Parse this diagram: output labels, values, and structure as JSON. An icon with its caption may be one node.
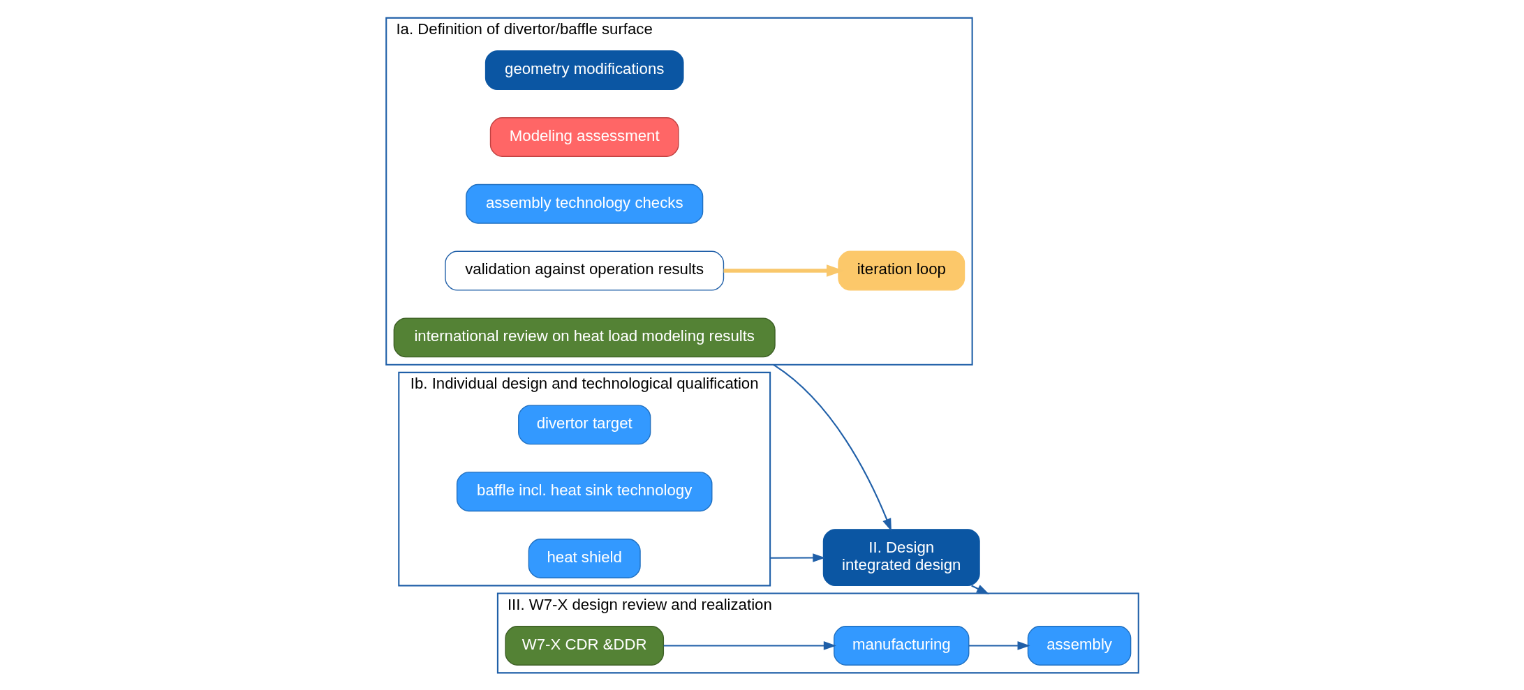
{
  "diagram": {
    "nodes": [
      {
        "text": [
          "Ia. Definition of divertor/baffle surface"
        ]
      },
      {
        "text": [
          "iteration loop"
        ],
        "in": 0
      },
      {
        "text": [
          "geometry modifications"
        ],
        "in": 0
      },
      {
        "text": [
          "Modeling assessment"
        ],
        "in": 0
      },
      {
        "text": [
          "assembly technology checks"
        ],
        "in": 0
      },
      {
        "text": [
          "validation against operation results"
        ],
        "in": 0
      },
      {
        "text": [
          "international review on heat load modeling results"
        ],
        "in": 0
      },
      {
        "text": [
          "Ib. Individual design and technological qualification"
        ]
      },
      {
        "text": [
          "divertor target"
        ],
        "in": 7
      },
      {
        "text": [
          "baffle incl. heat sink technology"
        ],
        "in": 7
      },
      {
        "text": [
          "heat shield"
        ],
        "in": 7
      },
      {
        "text": [
          "II. Design",
          "integrated design"
        ]
      },
      {
        "text": [
          "III. W7-X design review and realization"
        ]
      },
      {
        "text": [
          "W7-X CDR &DDR"
        ],
        "in": 12
      },
      {
        "text": [
          "manufacturing"
        ],
        "in": 12
      },
      {
        "text": [
          "assembly"
        ],
        "in": 12
      }
    ],
    "edges": [
      {
        "from": 5,
        "to": 1,
        "arrow": "to",
        "style": "thick",
        "color": "#f9c76b"
      },
      {
        "from": 0,
        "to": 11,
        "arrow": "to"
      },
      {
        "from": 7,
        "to": 11,
        "arrow": "to"
      },
      {
        "from": 11,
        "to": 12,
        "arrow": "to"
      },
      {
        "from": 13,
        "to": 14,
        "arrow": "to"
      },
      {
        "from": 14,
        "to": 15,
        "arrow": "to"
      }
    ]
  }
}
